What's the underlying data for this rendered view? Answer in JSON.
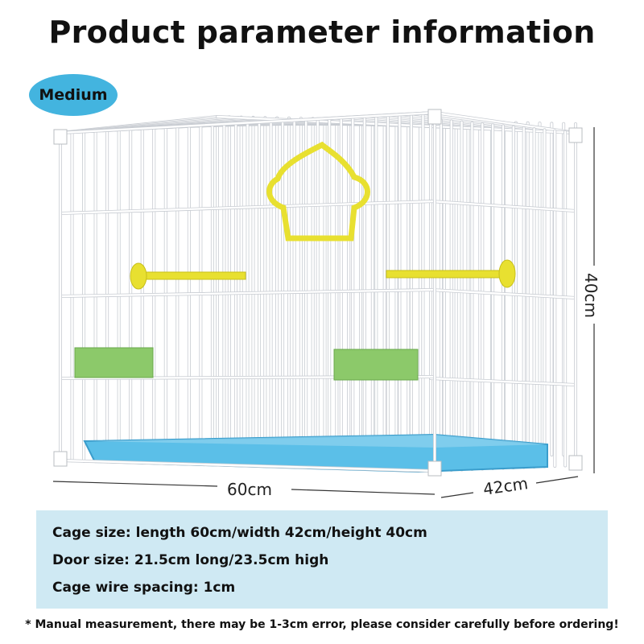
{
  "title": "Product parameter information",
  "size_badge": "Medium",
  "dimensions": {
    "length": "60cm",
    "width": "42cm",
    "height": "40cm"
  },
  "specs": [
    "Cage size: length 60cm/width 42cm/height 40cm",
    "Door size: 21.5cm long/23.5cm high",
    "Cage wire spacing: 1cm"
  ],
  "note": "* Manual measurement, there may be 1-3cm error, please consider carefully before ordering!",
  "colors": {
    "badge": "#43b4df",
    "spec_panel": "#cfe9f3",
    "tray": "#5bbfe8",
    "accessory_yellow": "#e8e030",
    "feeder_green": "#8cc96a",
    "cage_wire": "#ffffff",
    "wire_outline": "#c8ccd2"
  }
}
